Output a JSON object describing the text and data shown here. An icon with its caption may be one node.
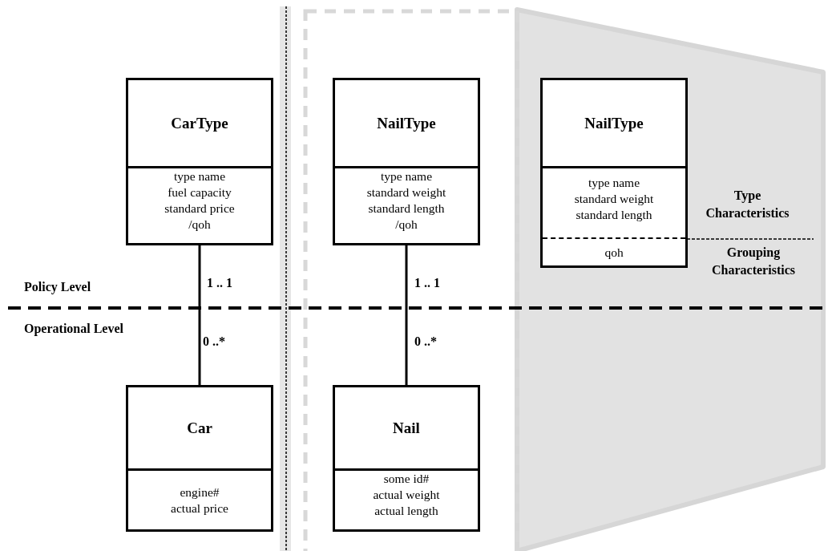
{
  "diagram": {
    "nodes": [
      {
        "text": [
          "CarType",
          "type name",
          "fuel capacity",
          "standard price",
          "/qoh"
        ]
      },
      {
        "text": [
          "NailType",
          "type name",
          "standard weight",
          "standard length",
          "/qoh"
        ]
      },
      {
        "text": [
          "NailType",
          "type name",
          "standard weight",
          "standard length",
          "qoh"
        ]
      },
      {
        "text": [
          "Car",
          "engine#",
          "actual price"
        ]
      },
      {
        "text": [
          "Nail",
          "some id#",
          "actual weight",
          "actual length"
        ]
      }
    ],
    "edges": [
      {
        "from": 0,
        "to": 3,
        "arrow": "none"
      },
      {
        "from": 1,
        "to": 4,
        "arrow": "none"
      }
    ],
    "labels": [
      "Type Characteristics",
      "Grouping Characteristics",
      "Policy Level",
      "1 .. 1",
      "1 .. 1",
      "Operational Level",
      "0 ..*",
      "0 ..*"
    ]
  }
}
